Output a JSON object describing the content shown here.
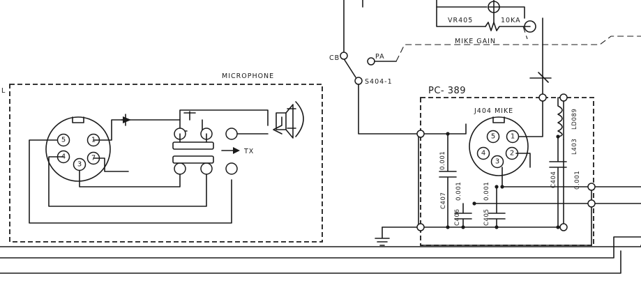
{
  "labels": {
    "microphone": "MICROPHONE",
    "tx": "TX",
    "cb": "CB",
    "pa": "PA",
    "switch": "S404-1",
    "board": "PC- 389",
    "jack": "J404 MIKE",
    "vr": "VR405",
    "vr_value": "10KA",
    "mike_gain": "MIKE GAIN",
    "c407": "C407",
    "c407_value": "0.001",
    "c406": "C406",
    "c406_value": "0.001",
    "c405": "C405",
    "c405_value": "0.001",
    "c404": "C404",
    "c404_value": "0.001",
    "l403": "L403",
    "l403_value": "LD089",
    "corner_mark": "L"
  },
  "plug_pins": [
    "5",
    "1",
    "4",
    "7",
    "3"
  ],
  "jack_pins": [
    "5",
    "1",
    "4",
    "2",
    "3"
  ]
}
